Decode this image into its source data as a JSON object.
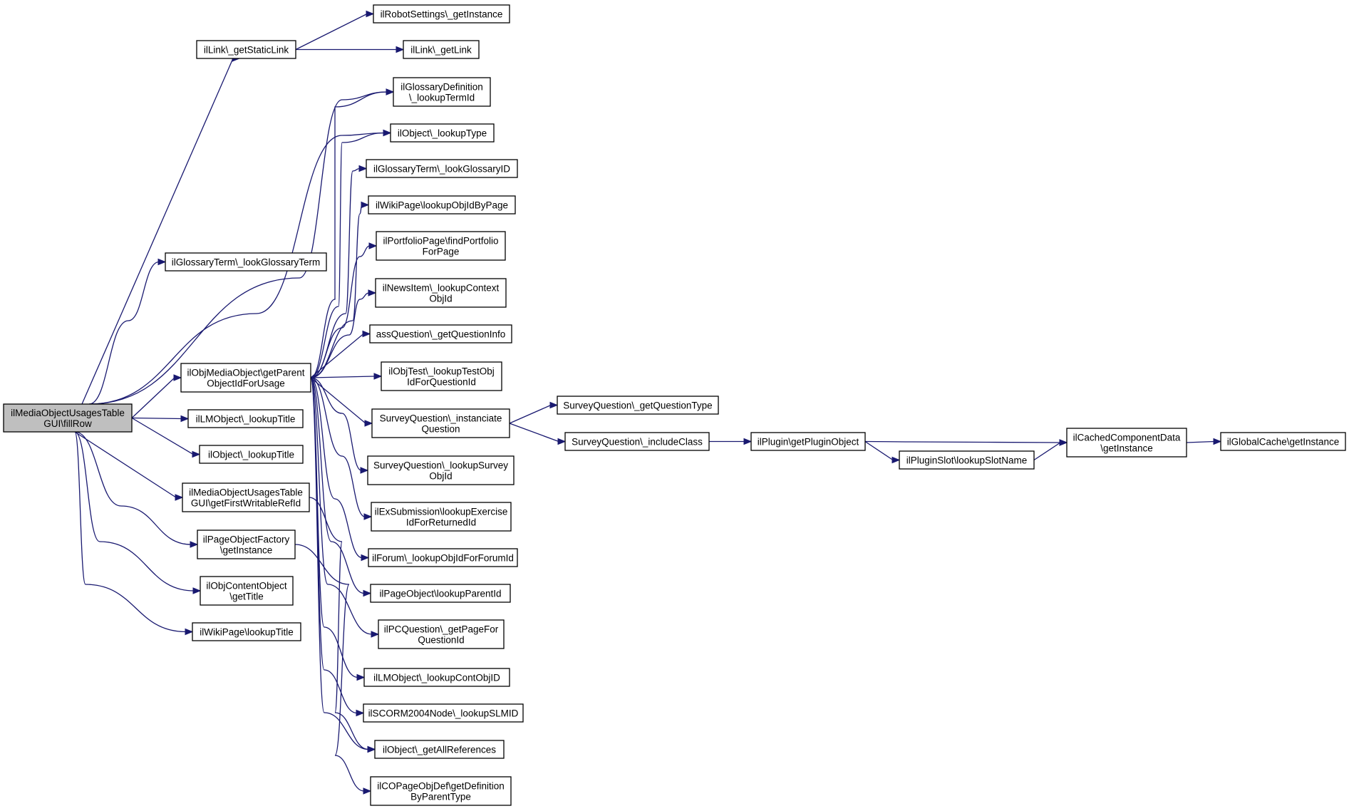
{
  "nodes": [
    {
      "id": "fillRow",
      "lines": [
        "ilMediaObjectUsagesTable",
        "GUI\\fillRow"
      ],
      "highlighted": true
    },
    {
      "id": "getStaticLink",
      "lines": [
        "ilLink\\_getStaticLink"
      ]
    },
    {
      "id": "robotGetInstance",
      "lines": [
        "ilRobotSettings\\_getInstance"
      ]
    },
    {
      "id": "getLink",
      "lines": [
        "ilLink\\_getLink"
      ]
    },
    {
      "id": "lookupTermId",
      "lines": [
        "ilGlossaryDefinition",
        "\\_lookupTermId"
      ]
    },
    {
      "id": "lookupType",
      "lines": [
        "ilObject\\_lookupType"
      ]
    },
    {
      "id": "lookGlossaryID",
      "lines": [
        "ilGlossaryTerm\\_lookGlossaryID"
      ]
    },
    {
      "id": "lookupObjIdByPage",
      "lines": [
        "ilWikiPage\\lookupObjIdByPage"
      ]
    },
    {
      "id": "lookGlossaryTerm",
      "lines": [
        "ilGlossaryTerm\\_lookGlossaryTerm"
      ]
    },
    {
      "id": "findPortfolio",
      "lines": [
        "ilPortfolioPage\\findPortfolio",
        "ForPage"
      ]
    },
    {
      "id": "newsContext",
      "lines": [
        "ilNewsItem\\_lookupContext",
        "ObjId"
      ]
    },
    {
      "id": "questionInfo",
      "lines": [
        "assQuestion\\_getQuestionInfo"
      ]
    },
    {
      "id": "getParent",
      "lines": [
        "ilObjMediaObject\\getParent",
        "ObjectIdForUsage"
      ]
    },
    {
      "id": "lookupTestObj",
      "lines": [
        "ilObjTest\\_lookupTestObj",
        "IdForQuestionId"
      ]
    },
    {
      "id": "instanciate",
      "lines": [
        "SurveyQuestion\\_instanciate",
        "Question"
      ]
    },
    {
      "id": "getQuestionType",
      "lines": [
        "SurveyQuestion\\_getQuestionType"
      ]
    },
    {
      "id": "includeClass",
      "lines": [
        "SurveyQuestion\\_includeClass"
      ]
    },
    {
      "id": "getPluginObject",
      "lines": [
        "ilPlugin\\getPluginObject"
      ]
    },
    {
      "id": "cachedComponent",
      "lines": [
        "ilCachedComponentData",
        "\\getInstance"
      ]
    },
    {
      "id": "globalCache",
      "lines": [
        "ilGlobalCache\\getInstance"
      ]
    },
    {
      "id": "lookupSlotName",
      "lines": [
        "ilPluginSlot\\lookupSlotName"
      ]
    },
    {
      "id": "lmLookupTitle",
      "lines": [
        "ilLMObject\\_lookupTitle"
      ]
    },
    {
      "id": "objLookupTitle",
      "lines": [
        "ilObject\\_lookupTitle"
      ]
    },
    {
      "id": "lookupSurvey",
      "lines": [
        "SurveyQuestion\\_lookupSurvey",
        "ObjId"
      ]
    },
    {
      "id": "firstWritable",
      "lines": [
        "ilMediaObjectUsagesTable",
        "GUI\\getFirstWritableRefId"
      ]
    },
    {
      "id": "exSubmission",
      "lines": [
        "ilExSubmission\\lookupExercise",
        "IdForReturnedId"
      ]
    },
    {
      "id": "pageFactory",
      "lines": [
        "ilPageObjectFactory",
        "\\getInstance"
      ]
    },
    {
      "id": "forumLookup",
      "lines": [
        "ilForum\\_lookupObjIdForForumId"
      ]
    },
    {
      "id": "contentObjTitle",
      "lines": [
        "ilObjContentObject",
        "\\getTitle"
      ]
    },
    {
      "id": "lookupParentId",
      "lines": [
        "ilPageObject\\lookupParentId"
      ]
    },
    {
      "id": "pcQuestion",
      "lines": [
        "ilPCQuestion\\_getPageFor",
        "QuestionId"
      ]
    },
    {
      "id": "wikiLookupTitle",
      "lines": [
        "ilWikiPage\\lookupTitle"
      ]
    },
    {
      "id": "lookupContObjID",
      "lines": [
        "ilLMObject\\_lookupContObjID"
      ]
    },
    {
      "id": "scormSLMID",
      "lines": [
        "ilSCORM2004Node\\_lookupSLMID"
      ]
    },
    {
      "id": "allReferences",
      "lines": [
        "ilObject\\_getAllReferences"
      ]
    },
    {
      "id": "copageDef",
      "lines": [
        "ilCOPageObjDef\\getDefinition",
        "ByParentType"
      ]
    }
  ],
  "edges": [
    [
      "fillRow",
      "getStaticLink"
    ],
    [
      "getStaticLink",
      "robotGetInstance"
    ],
    [
      "getStaticLink",
      "getLink"
    ],
    [
      "fillRow",
      "lookGlossaryTerm"
    ],
    [
      "fillRow",
      "lookupTermId"
    ],
    [
      "fillRow",
      "lookupType"
    ],
    [
      "fillRow",
      "getParent"
    ],
    [
      "fillRow",
      "lmLookupTitle"
    ],
    [
      "fillRow",
      "objLookupTitle"
    ],
    [
      "fillRow",
      "firstWritable"
    ],
    [
      "fillRow",
      "pageFactory"
    ],
    [
      "fillRow",
      "contentObjTitle"
    ],
    [
      "fillRow",
      "wikiLookupTitle"
    ],
    [
      "getParent",
      "lookupTermId"
    ],
    [
      "getParent",
      "lookupType"
    ],
    [
      "getParent",
      "lookGlossaryID"
    ],
    [
      "getParent",
      "lookupObjIdByPage"
    ],
    [
      "getParent",
      "findPortfolio"
    ],
    [
      "getParent",
      "newsContext"
    ],
    [
      "getParent",
      "questionInfo"
    ],
    [
      "getParent",
      "lookupTestObj"
    ],
    [
      "getParent",
      "instanciate"
    ],
    [
      "getParent",
      "lookupSurvey"
    ],
    [
      "getParent",
      "exSubmission"
    ],
    [
      "getParent",
      "forumLookup"
    ],
    [
      "getParent",
      "lookupParentId"
    ],
    [
      "getParent",
      "pcQuestion"
    ],
    [
      "getParent",
      "lookupContObjID"
    ],
    [
      "getParent",
      "scormSLMID"
    ],
    [
      "getParent",
      "allReferences"
    ],
    [
      "instanciate",
      "getQuestionType"
    ],
    [
      "instanciate",
      "includeClass"
    ],
    [
      "includeClass",
      "getPluginObject"
    ],
    [
      "getPluginObject",
      "cachedComponent"
    ],
    [
      "getPluginObject",
      "lookupSlotName"
    ],
    [
      "lookupSlotName",
      "cachedComponent"
    ],
    [
      "cachedComponent",
      "globalCache"
    ],
    [
      "firstWritable",
      "allReferences"
    ],
    [
      "pageFactory",
      "copageDef"
    ]
  ]
}
